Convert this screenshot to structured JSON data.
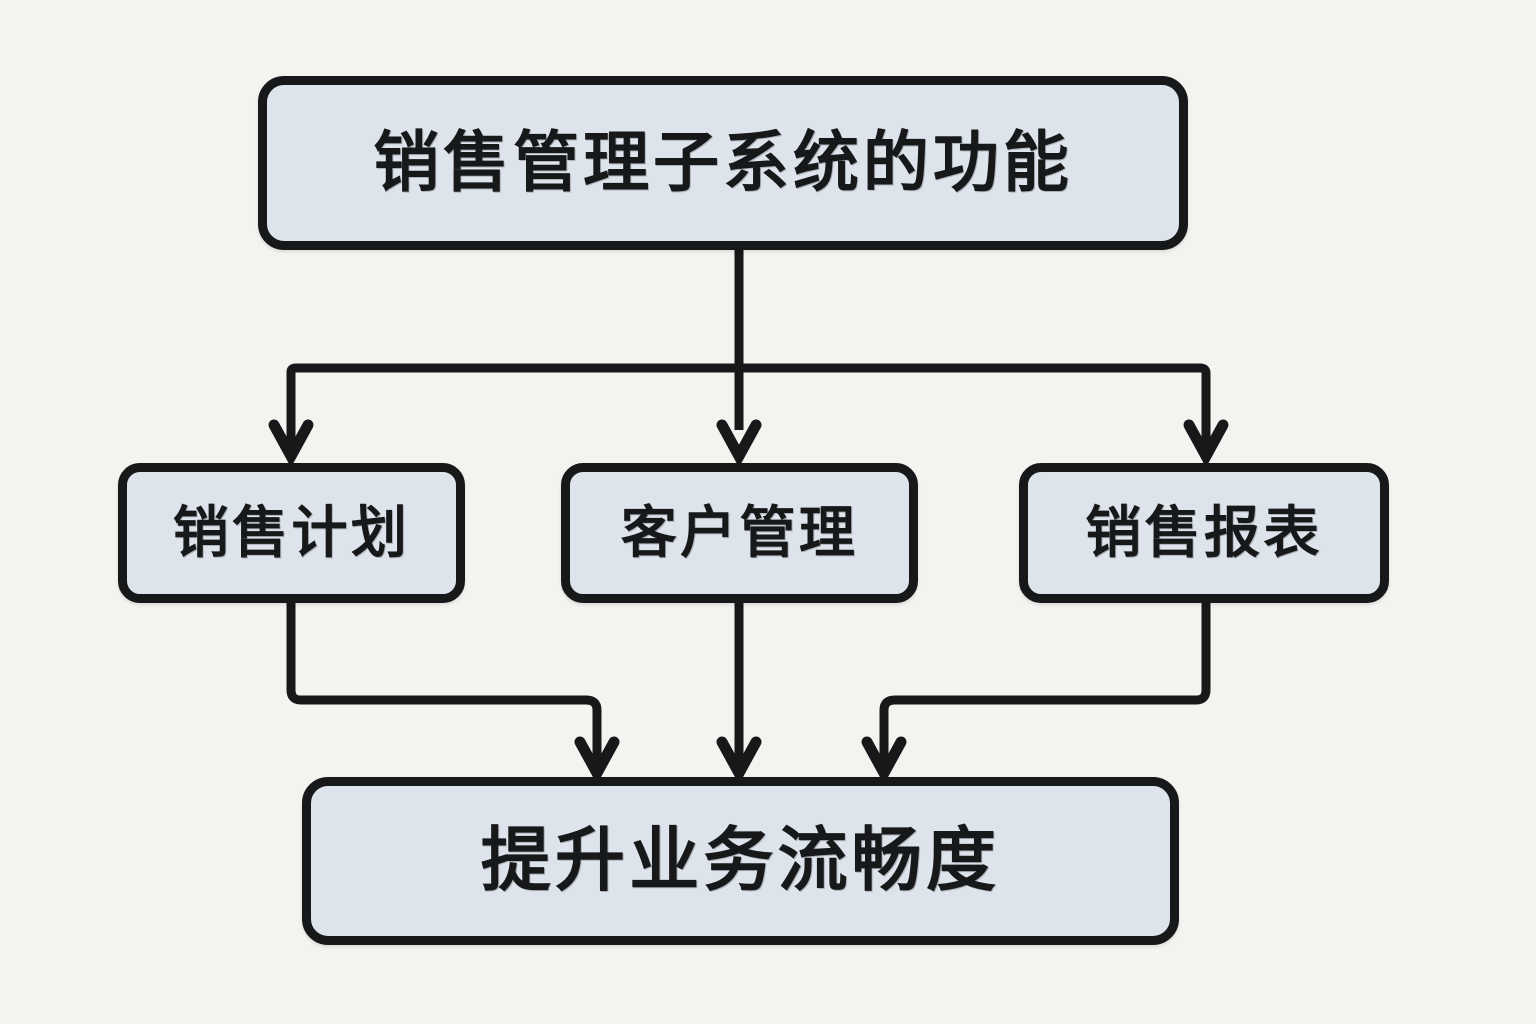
{
  "diagram": {
    "title": "销售管理子系统的功能",
    "background_color": "#f4f3f0",
    "node_fill_color": "#dee4ec",
    "node_border_color": "#17181a",
    "edge_color": "#17181a",
    "orientation": "top-down",
    "nodes": {
      "root": {
        "id": "root",
        "label": "销售管理子系统的功能",
        "tier": "root"
      },
      "sales_plan": {
        "id": "sales_plan",
        "label": "销售计划",
        "tier": "middle"
      },
      "customer_mgmt": {
        "id": "customer_mgmt",
        "label": "客户管理",
        "tier": "middle"
      },
      "sales_report": {
        "id": "sales_report",
        "label": "销售报表",
        "tier": "middle"
      },
      "outcome": {
        "id": "outcome",
        "label": "提升业务流畅度",
        "tier": "outcome"
      }
    },
    "edges": [
      {
        "from": "root",
        "to": "sales_plan",
        "style": "orthogonal-arrow"
      },
      {
        "from": "root",
        "to": "customer_mgmt",
        "style": "straight-arrow"
      },
      {
        "from": "root",
        "to": "sales_report",
        "style": "orthogonal-arrow"
      },
      {
        "from": "sales_plan",
        "to": "outcome",
        "style": "orthogonal-arrow"
      },
      {
        "from": "customer_mgmt",
        "to": "outcome",
        "style": "straight-arrow"
      },
      {
        "from": "sales_report",
        "to": "outcome",
        "style": "orthogonal-arrow"
      }
    ]
  }
}
